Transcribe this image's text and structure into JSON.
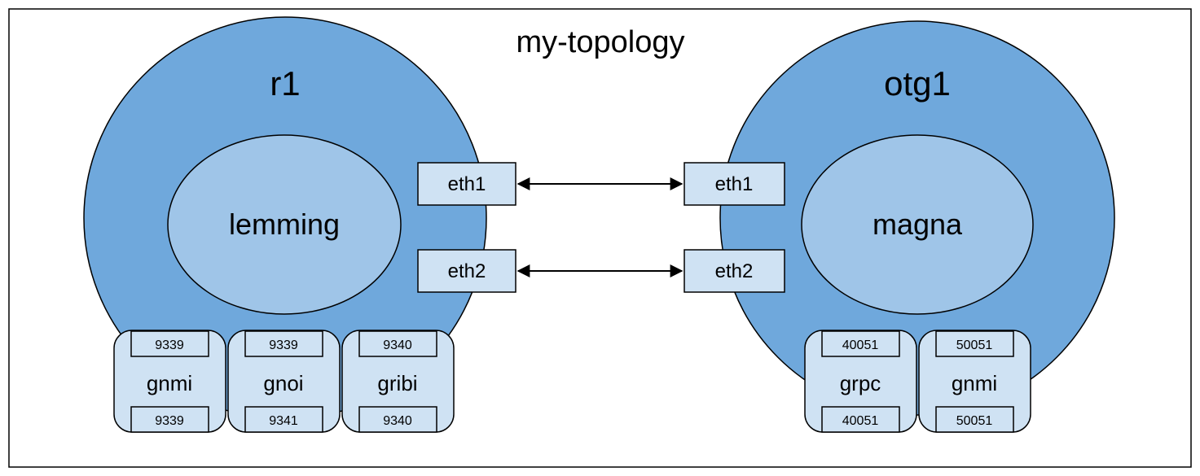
{
  "title": "my-topology",
  "colors": {
    "outer": "#6fa8dc",
    "inner": "#9fc5e8",
    "box": "#cfe2f3",
    "stroke": "#000000"
  },
  "nodes": [
    {
      "name": "r1",
      "inner": "lemming",
      "interfaces": [
        "eth1",
        "eth2"
      ],
      "services": [
        {
          "name": "gnmi",
          "top_port": "9339",
          "bottom_port": "9339"
        },
        {
          "name": "gnoi",
          "top_port": "9339",
          "bottom_port": "9341"
        },
        {
          "name": "gribi",
          "top_port": "9340",
          "bottom_port": "9340"
        }
      ]
    },
    {
      "name": "otg1",
      "inner": "magna",
      "interfaces": [
        "eth1",
        "eth2"
      ],
      "services": [
        {
          "name": "grpc",
          "top_port": "40051",
          "bottom_port": "40051"
        },
        {
          "name": "gnmi",
          "top_port": "50051",
          "bottom_port": "50051"
        }
      ]
    }
  ],
  "links": [
    {
      "from": "r1.eth1",
      "to": "otg1.eth1"
    },
    {
      "from": "r1.eth2",
      "to": "otg1.eth2"
    }
  ]
}
